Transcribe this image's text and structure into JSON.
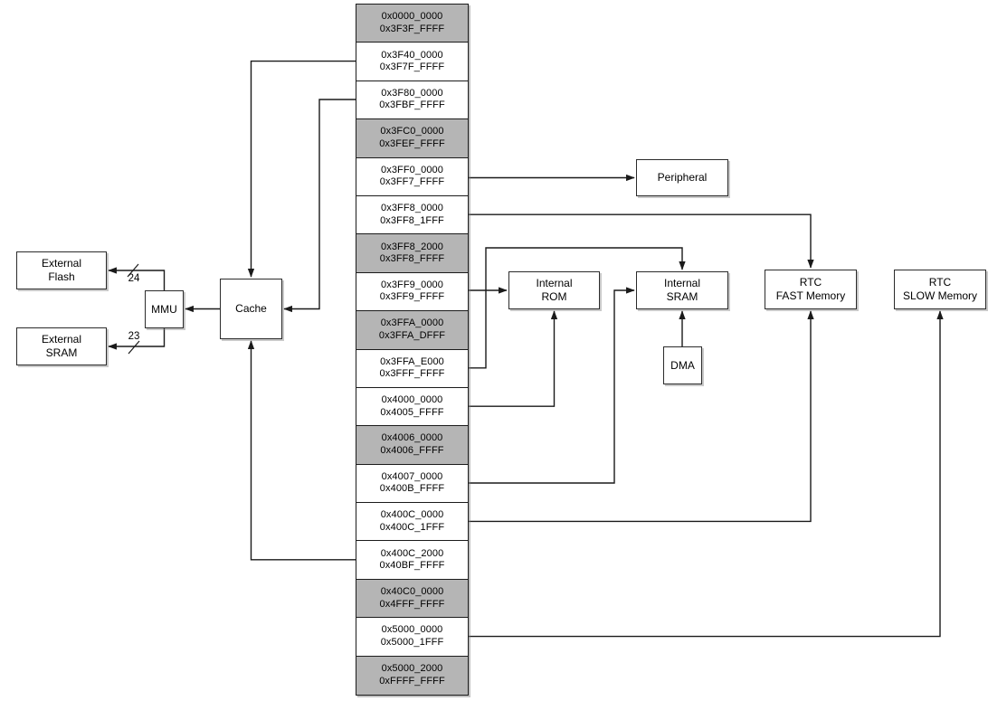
{
  "diagram": {
    "memory_column": {
      "rows": [
        {
          "start": "0x0000_0000",
          "end": "0x3F3F_FFFF",
          "shaded": true
        },
        {
          "start": "0x3F40_0000",
          "end": "0x3F7F_FFFF",
          "shaded": false
        },
        {
          "start": "0x3F80_0000",
          "end": "0x3FBF_FFFF",
          "shaded": false
        },
        {
          "start": "0x3FC0_0000",
          "end": "0x3FEF_FFFF",
          "shaded": true
        },
        {
          "start": "0x3FF0_0000",
          "end": "0x3FF7_FFFF",
          "shaded": false
        },
        {
          "start": "0x3FF8_0000",
          "end": "0x3FF8_1FFF",
          "shaded": false
        },
        {
          "start": "0x3FF8_2000",
          "end": "0x3FF8_FFFF",
          "shaded": true
        },
        {
          "start": "0x3FF9_0000",
          "end": "0x3FF9_FFFF",
          "shaded": false
        },
        {
          "start": "0x3FFA_0000",
          "end": "0x3FFA_DFFF",
          "shaded": true
        },
        {
          "start": "0x3FFA_E000",
          "end": "0x3FFF_FFFF",
          "shaded": false
        },
        {
          "start": "0x4000_0000",
          "end": "0x4005_FFFF",
          "shaded": false
        },
        {
          "start": "0x4006_0000",
          "end": "0x4006_FFFF",
          "shaded": true
        },
        {
          "start": "0x4007_0000",
          "end": "0x400B_FFFF",
          "shaded": false
        },
        {
          "start": "0x400C_0000",
          "end": "0x400C_1FFF",
          "shaded": false
        },
        {
          "start": "0x400C_2000",
          "end": "0x40BF_FFFF",
          "shaded": false
        },
        {
          "start": "0x40C0_0000",
          "end": "0x4FFF_FFFF",
          "shaded": true
        },
        {
          "start": "0x5000_0000",
          "end": "0x5000_1FFF",
          "shaded": false
        },
        {
          "start": "0x5000_2000",
          "end": "0xFFFF_FFFF",
          "shaded": true
        }
      ]
    },
    "components": {
      "external_flash": "External\nFlash",
      "external_sram": "External\nSRAM",
      "mmu": "MMU",
      "cache": "Cache",
      "peripheral": "Peripheral",
      "internal_rom": "Internal\nROM",
      "internal_sram": "Internal\nSRAM",
      "dma": "DMA",
      "rtc_fast": "RTC\nFAST Memory",
      "rtc_slow": "RTC\nSLOW Memory"
    },
    "bus_widths": {
      "flash": "24",
      "sram": "23"
    },
    "colors": {
      "shaded_fill": "#b5b5b5",
      "unshaded_fill": "#ffffff",
      "line": "#1a1a1a"
    },
    "connections": [
      {
        "from": "0x3F40_0000-0x3F7F_FFFF",
        "to": "Cache"
      },
      {
        "from": "0x3F80_0000-0x3FBF_FFFF",
        "to": "Cache"
      },
      {
        "from": "0x400C_2000-0x40BF_FFFF",
        "to": "Cache"
      },
      {
        "from": "Cache",
        "to": "MMU"
      },
      {
        "from": "MMU",
        "to": "External Flash",
        "bus_width": "24"
      },
      {
        "from": "MMU",
        "to": "External SRAM",
        "bus_width": "23"
      },
      {
        "from": "0x3FF0_0000-0x3FF7_FFFF",
        "to": "Peripheral"
      },
      {
        "from": "0x3FF8_0000-0x3FF8_1FFF",
        "to": "RTC FAST Memory"
      },
      {
        "from": "0x3FF9_0000-0x3FF9_FFFF",
        "to": "Internal ROM"
      },
      {
        "from": "0x3FFA_E000-0x3FFF_FFFF",
        "to": "Internal SRAM"
      },
      {
        "from": "0x4000_0000-0x4005_FFFF",
        "to": "Internal ROM"
      },
      {
        "from": "0x4007_0000-0x400B_FFFF",
        "to": "Internal SRAM"
      },
      {
        "from": "0x400C_0000-0x400C_1FFF",
        "to": "RTC FAST Memory"
      },
      {
        "from": "0x5000_0000-0x5000_1FFF",
        "to": "RTC SLOW Memory"
      },
      {
        "from": "DMA",
        "to": "Internal SRAM"
      }
    ]
  }
}
